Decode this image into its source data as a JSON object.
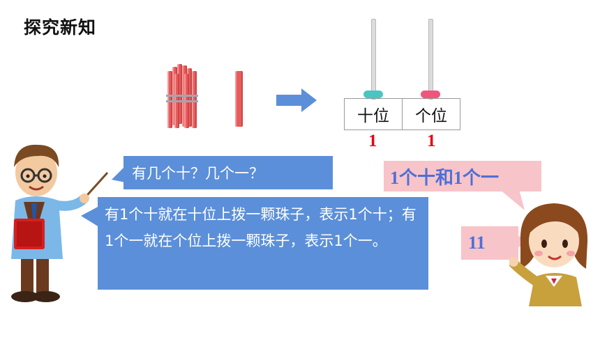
{
  "title": "探究新知",
  "abacus": {
    "tens_label": "十位",
    "ones_label": "个位",
    "tens_digit": "1",
    "ones_digit": "1",
    "tens_bead_color": "#4cc4c4",
    "ones_bead_color": "#f0557e"
  },
  "teacher_bubble": {
    "question": "有几个十？几个一？",
    "explanation": "有1个十就在十位上拨一颗珠子，表示1个十；有1个一就在个位上拨一颗珠子，表示1个一。"
  },
  "girl_bubble": {
    "answer": "1个十和1个一",
    "number": "11"
  },
  "colors": {
    "bubble_blue": "#5b8fd9",
    "bubble_pink": "#f7c4c9",
    "pink_text": "#4f6fd6",
    "digit_red": "#e60012",
    "arrow_blue": "#5b8fd9"
  },
  "icons": [
    "stick-bundle-icon",
    "single-stick-icon",
    "right-arrow-icon",
    "teacher-illustration",
    "girl-illustration"
  ]
}
